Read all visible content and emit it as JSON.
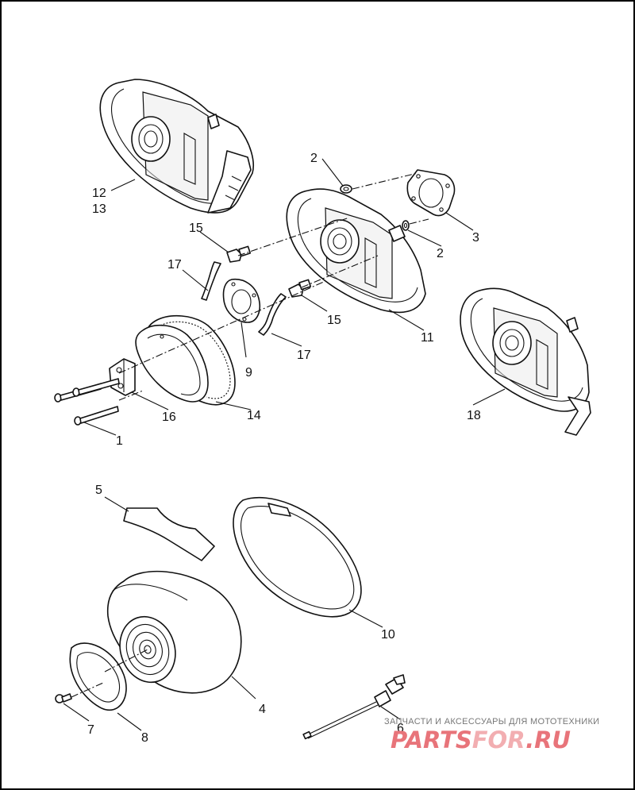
{
  "callouts": {
    "c1": "1",
    "c2a": "2",
    "c2b": "2",
    "c3": "3",
    "c4": "4",
    "c5": "5",
    "c6": "6",
    "c7": "7",
    "c8": "8",
    "c9": "9",
    "c10": "10",
    "c11": "11",
    "c12": "12",
    "c13": "13",
    "c14": "14",
    "c15a": "15",
    "c15b": "15",
    "c16": "16",
    "c17a": "17",
    "c17b": "17",
    "c18": "18"
  },
  "watermark": {
    "caption": "ЗАПЧАСТИ И АКСЕССУАРЫ ДЛЯ МОТОТЕХНИКИ",
    "logo_part1": "PARTS",
    "logo_part2": "FOR",
    "logo_part3": ".RU",
    "color_primary": "#e8747a",
    "color_secondary": "#f2aeb1"
  }
}
